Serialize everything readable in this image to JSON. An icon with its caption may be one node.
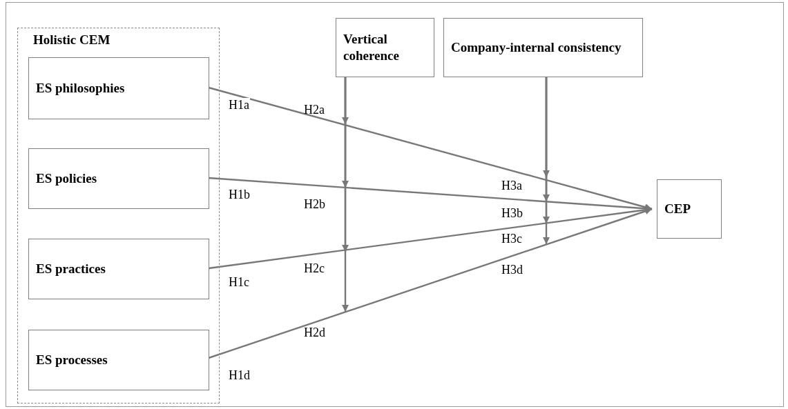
{
  "diagram": {
    "nodes": [
      {
        "text": [
          "Holistic CEM"
        ]
      },
      {
        "text": [
          "ES philosophies"
        ],
        "in": 0
      },
      {
        "text": [
          "ES policies"
        ],
        "in": 0
      },
      {
        "text": [
          "ES practices"
        ],
        "in": 0
      },
      {
        "text": [
          "ES processes"
        ],
        "in": 0
      },
      {
        "text": [
          "Vertical coherence"
        ]
      },
      {
        "text": [
          "Company-internal consistency"
        ]
      },
      {
        "text": [
          "CEP"
        ]
      }
    ],
    "edges": [
      {
        "from": 1,
        "to": 7,
        "arrow": "to",
        "label": "H1a"
      },
      {
        "from": 2,
        "to": 7,
        "arrow": "to",
        "label": "H1b"
      },
      {
        "from": 3,
        "to": 7,
        "arrow": "to",
        "label": "H1c"
      },
      {
        "from": 4,
        "to": 7,
        "arrow": "to",
        "label": "H1d"
      },
      {
        "from": 5,
        "to": null,
        "arrow": "to"
      },
      {
        "from": 5,
        "to": null,
        "arrow": "to"
      },
      {
        "from": 5,
        "to": null,
        "arrow": "to"
      },
      {
        "from": 5,
        "to": null,
        "arrow": "to"
      },
      {
        "from": 6,
        "to": null,
        "arrow": "to"
      },
      {
        "from": 6,
        "to": null,
        "arrow": "to"
      },
      {
        "from": 6,
        "to": null,
        "arrow": "to"
      },
      {
        "from": 6,
        "to": null,
        "arrow": "to"
      }
    ],
    "labels": [
      "H2a",
      "H2b",
      "H2c",
      "H2d",
      "H3a",
      "H3b",
      "H3c",
      "H3d"
    ]
  }
}
